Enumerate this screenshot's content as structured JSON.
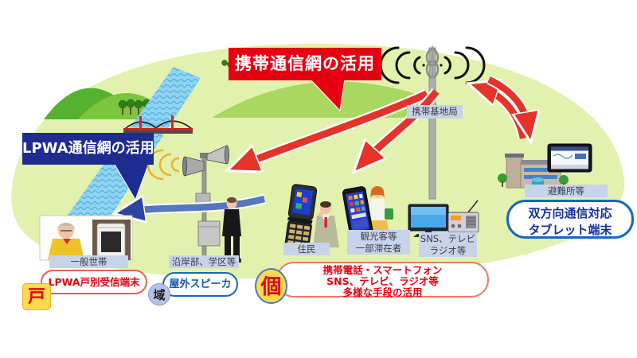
{
  "banners": {
    "mobile_net": {
      "label": "携帯通信網の活用",
      "color": "#e60012"
    },
    "lpwa_net": {
      "label": "LPWA通信網の活用",
      "color": "#1e2b8f"
    }
  },
  "base_station": {
    "label": "携帯基地局"
  },
  "speaker": {
    "area_label": "沿岸部、学区等",
    "box_label": "屋外スピーカ",
    "badge": "域"
  },
  "household": {
    "area_label": "一般世帯",
    "box_label": "LPWA戸別受信端末",
    "badge": "戸"
  },
  "residents": {
    "label": "住民"
  },
  "visitors": {
    "line1": "観光客等",
    "line2": "一部滞在者"
  },
  "media": {
    "line1": "SNS、テレビ",
    "line2": "ラジオ等"
  },
  "shelter": {
    "label": "避難所等",
    "box_line1": "双方向通信対応",
    "box_line2": "タブレット端末"
  },
  "bottom_box": {
    "line1": "携帯電話・スマートフォン",
    "line2": "SNS、テレビ、ラジオ等",
    "line3": "多様な手段の活用",
    "badge": "個"
  },
  "colors": {
    "field_green": "#e3f1ae",
    "banner_red": "#e60012",
    "banner_blue": "#1e2b8f",
    "arrow_red": "#e5332a",
    "arrow_blue": "#5577bb",
    "label_band": "#c7d3e9",
    "box_border_blue": "#1666c8",
    "box_border_red": "#e0644a",
    "badge_yellow": "#ffd94e",
    "badge_periwinkle": "#b7c2e2",
    "river_blue": "#8fd4f2"
  }
}
